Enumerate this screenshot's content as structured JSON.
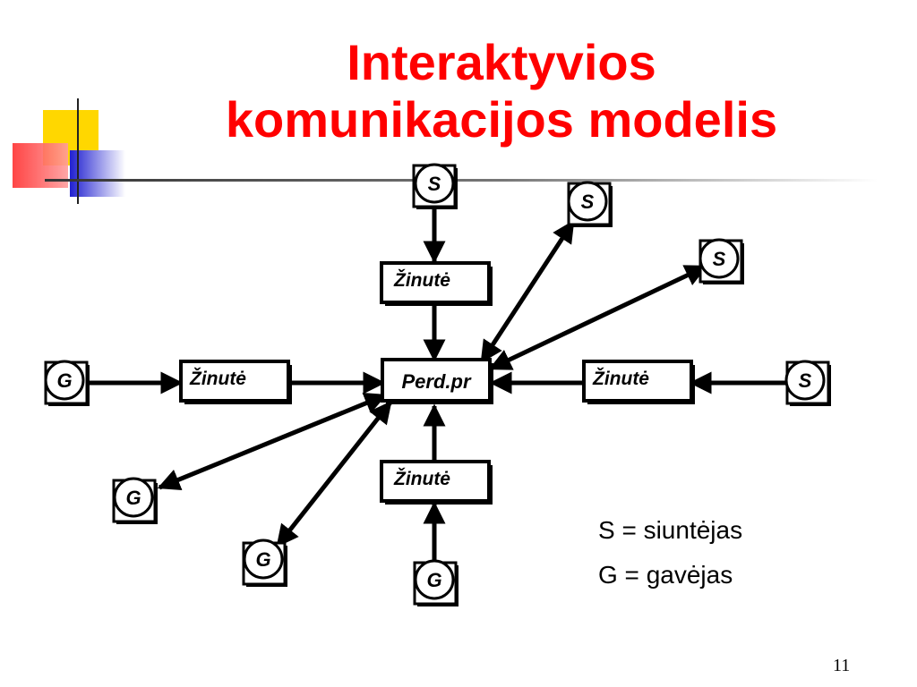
{
  "title": {
    "line1": "Interaktyvios",
    "line2": "komunikacijos modelis"
  },
  "diagram": {
    "center": "Perd.pr",
    "messages": [
      "Žinutė",
      "Žinutė",
      "Žinutė",
      "Žinutė"
    ],
    "senders": [
      "S",
      "S",
      "S",
      "S"
    ],
    "receivers": [
      "G",
      "G",
      "G",
      "G"
    ]
  },
  "legend": {
    "sender": "S = siuntėjas",
    "receiver": "G = gavėjas"
  },
  "page_number": "11",
  "colors": {
    "title": "#ff0000",
    "deco_yellow": "#ffd700",
    "deco_blue": "#3333dd",
    "deco_red": "#ff5555"
  }
}
